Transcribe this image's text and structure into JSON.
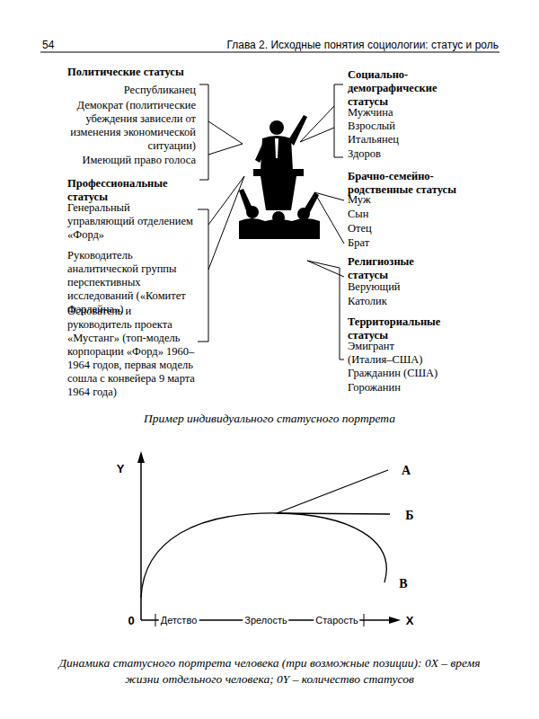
{
  "diagram": {
    "caption": "Динамика статусного портрета человека (три возможные позиции): 0X – время жизни отдельного человека; 0Y – количество статусов",
    "labels": [
      "54",
      "Глава 2. Исходные понятия социологии: статус и роль",
      "Политические статусы",
      "Республиканец",
      "Демократ (политические убеждения зависели от изменения экономической ситуации)",
      "Имеющий право голоса",
      "Профессиональные статусы",
      "Генеральный управляющий отделением «Форд»",
      "Руководитель аналитической группы перспективных исследований («Комитет Фэрлейна»)",
      "Основатель и руководитель проекта «Мустанг» (топ-модель корпорации «Форд» 1960–1964 годов, первая модель сошла с конвейера 9 марта 1964 года)",
      "Социально-демографические статусы",
      "Мужчина",
      "Взрослый",
      "Итальянец",
      "Здоров",
      "Брачно-семейно-родственные статусы",
      "Муж",
      "Сын",
      "Отец",
      "Брат",
      "Религиозные статусы",
      "Верующий",
      "Католик",
      "Территориальные статусы",
      "Эмигрант (Италия–США)",
      "Гражданин (США)",
      "Горожанин",
      "Пример индивидуального статусного портрета",
      "Y",
      "0",
      "Детство",
      "Зрелость",
      "Старость",
      "X",
      "А",
      "Б",
      "В"
    ]
  }
}
